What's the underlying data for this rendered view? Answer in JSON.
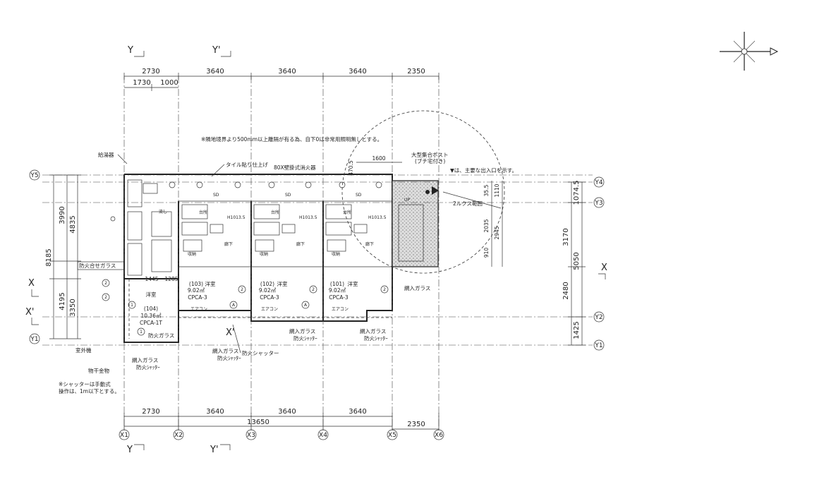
{
  "col_labels": [
    "X1",
    "X2",
    "X3",
    "X4",
    "X5",
    "X6"
  ],
  "row_labels": [
    "Y5",
    "Y4",
    "Y3",
    "Y2",
    "Y1"
  ],
  "top_dims": [
    "2730",
    "3640",
    "3640",
    "3640",
    "2350"
  ],
  "top_sub_dims": [
    "1730",
    "1000"
  ],
  "bottom_dims": [
    "2730",
    "3640",
    "3640",
    "3640"
  ],
  "bottom_total": "13650",
  "bottom_right": "2350",
  "left_dims_outer": [
    "8185"
  ],
  "left_dims_mid": [
    "3990",
    "4195"
  ],
  "left_dims_inner": [
    "4835",
    "3350"
  ],
  "right_dims_inner": [
    "1074.5",
    "3170",
    "2480",
    "1425"
  ],
  "right_dims_outer": [
    "5050"
  ],
  "stair_dims": [
    "1600",
    "470.5",
    "35.5",
    "1110",
    "2035",
    "2945",
    "910"
  ],
  "unit_dims": [
    "1445",
    "1285"
  ],
  "section_marks": [
    "Y",
    "Y'",
    "X",
    "X'"
  ],
  "units": [
    {
      "no": "(103)",
      "room": "洋室",
      "area": "9.02㎡",
      "code": "CPCA-3"
    },
    {
      "no": "(102)",
      "room": "洋室",
      "area": "9.02㎡",
      "code": "CPCA-3"
    },
    {
      "no": "(101)",
      "room": "洋室",
      "area": "9.02㎡",
      "code": "CPCA-3"
    },
    {
      "no": "(104)",
      "room": "洋室",
      "area": "10.36㎡",
      "code": "CPCA-1T"
    }
  ],
  "notes": {
    "road": "※隣地境界より500mm以上離隔が有る為、自下0は非常用照明無しとする。",
    "tile": "タイル貼り仕上げ",
    "extinguisher": "80X壁掛式消火器",
    "heater": "給湯器",
    "mailbox_1": "大型集合ポスト",
    "mailbox_2": "(ブチ宅付き)",
    "entrance": "▼は、主要な出入口を示す。",
    "lux": "2ルクス範囲",
    "fire_glass": "防火合せガラス",
    "net_glass": "網入ガラス",
    "fire_glass_short": "防火ガラス",
    "fire_shutter": "防火シャッター",
    "shutter_short": "防火ｼｬｯﾀｰ",
    "outdoor_unit": "室外機",
    "drying": "物干金物",
    "footnote_1": "※シャッターは手動式",
    "footnote_2": "操作は、1m以下とする。",
    "closet": "収納",
    "kitchen": "台所",
    "sink": "流し",
    "corridor": "廊下",
    "aircon": "エアコン",
    "sd": "SD",
    "height": "H1013.5",
    "up": "UP",
    "legend_a": "2",
    "legend_b": "A",
    "legend_c": "1"
  }
}
